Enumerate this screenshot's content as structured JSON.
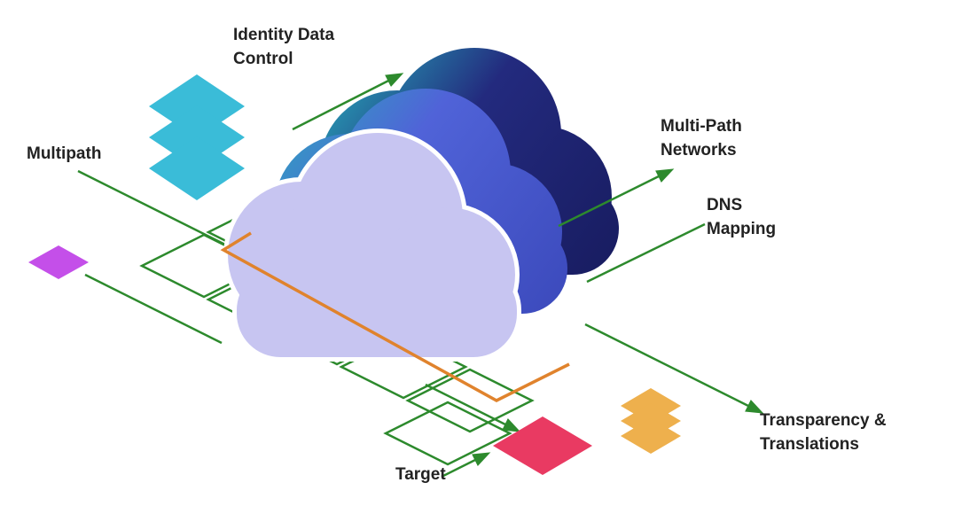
{
  "diagram": {
    "title": "Cloud network diagram",
    "labels": {
      "identity": {
        "line1": "Identity Data",
        "line2": "Control"
      },
      "left": {
        "line1": "Multipath"
      },
      "right1": {
        "line1": "Multi-Path",
        "line2": "Networks"
      },
      "right2": {
        "line1": "DNS",
        "line2": "Mapping"
      },
      "bottom_right": {
        "line1": "Transparency &",
        "line2": "Translations"
      },
      "bottom": {
        "line1": "Target"
      }
    },
    "icons": [
      "cloud-icon",
      "cyan-layer-stack-icon",
      "purple-diamond-icon",
      "red-diamond-icon",
      "orange-layer-stack-icon",
      "green-arrow-icon"
    ],
    "colors": {
      "background": "#ffffff",
      "text": "#222222",
      "cloud_front": "#c7c5f1",
      "cloud_front_outline": "#ffffff",
      "cloud_middle_start": "#2fa3bf",
      "cloud_middle_mid": "#5063d8",
      "cloud_middle_end": "#3b49bb",
      "cloud_back_start": "#27a6b8",
      "cloud_back_mid": "#232a7e",
      "cloud_back_end": "#171b5e",
      "diamond_cyan": "#3abcd8",
      "diamond_purple": "#c44fe9",
      "diamond_red": "#e93a62",
      "diamond_orange": "#eeb04d",
      "line_green": "#2d8a2d",
      "line_orange": "#e0832d"
    }
  }
}
